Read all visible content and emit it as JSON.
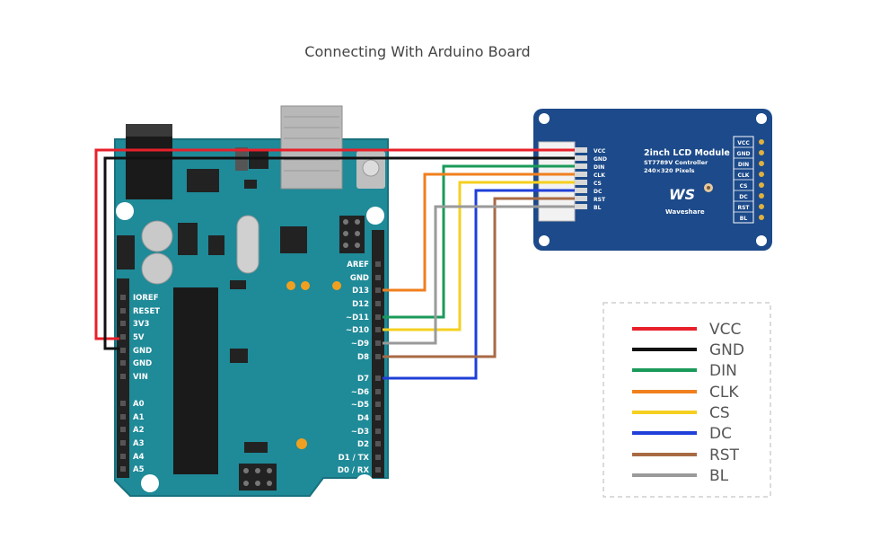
{
  "title": "Connecting With Arduino Board",
  "arduino": {
    "left_pins": [
      "IOREF",
      "RESET",
      "3V3",
      "5V",
      "GND",
      "GND",
      "VIN",
      "A0",
      "A1",
      "A2",
      "A3",
      "A4",
      "A5"
    ],
    "right_pins": [
      "AREF",
      "GND",
      "D13",
      "D12",
      "~D11",
      "~D10",
      "~D9",
      "D8",
      "D7",
      "~D6",
      "~D5",
      "D4",
      "~D3",
      "D2",
      "D1 / TX",
      "D0 / RX"
    ]
  },
  "lcd": {
    "title": "2inch LCD Module",
    "subtitle1": "ST7789V Controller",
    "subtitle2": "240×320 Pixels",
    "brand": "Waveshare",
    "logo": "WS",
    "pins": [
      "VCC",
      "GND",
      "DIN",
      "CLK",
      "CS",
      "DC",
      "RST",
      "BL"
    ]
  },
  "legend": [
    {
      "label": "VCC",
      "color": "#e8202a"
    },
    {
      "label": "GND",
      "color": "#111111"
    },
    {
      "label": "DIN",
      "color": "#1a9a5a"
    },
    {
      "label": "CLK",
      "color": "#f07f1e"
    },
    {
      "label": "CS",
      "color": "#f5d020"
    },
    {
      "label": "DC",
      "color": "#1f3fd8"
    },
    {
      "label": "RST",
      "color": "#a86a45"
    },
    {
      "label": "BL",
      "color": "#9a9a9a"
    }
  ],
  "colors": {
    "board": "#1f8a98",
    "lcd": "#1c4a8a"
  }
}
